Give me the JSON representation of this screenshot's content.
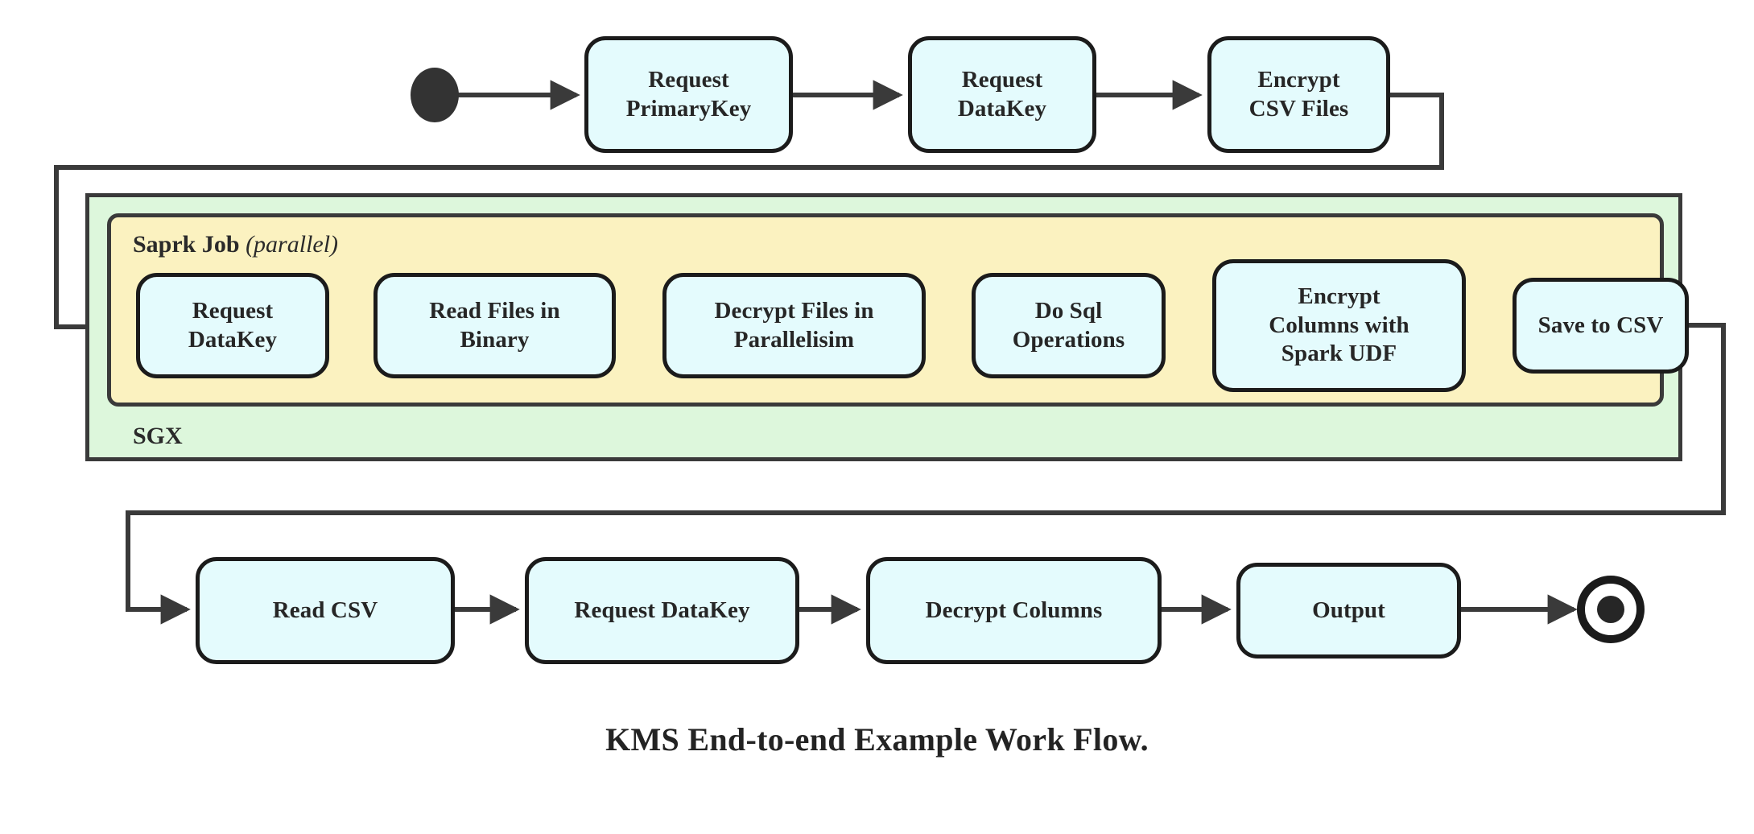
{
  "diagram": {
    "caption": "KMS End-to-end Example Work Flow.",
    "colors": {
      "node_fill": "#e4fbfd",
      "node_stroke": "#1b1b1b",
      "sgx_fill": "#ddf7dc",
      "spark_fill": "#fbf2c0",
      "container_stroke": "#3a3a3a",
      "connector": "#3a3a3a",
      "text": "#262626",
      "page_background": "#ffffff"
    },
    "containers": {
      "sgx": {
        "label": "SGX"
      },
      "spark": {
        "label_bold": "Saprk Job",
        "label_italic_paren": "(parallel)",
        "label_full": "Saprk Job (parallel)"
      }
    },
    "markers": {
      "start": "filled-circle-start-node",
      "end": "bullseye-end-node"
    },
    "rows": {
      "top": [
        {
          "id": "request-primarykey",
          "line1": "Request",
          "line2": "PrimaryKey"
        },
        {
          "id": "request-datakey-top",
          "line1": "Request",
          "line2": "DataKey"
        },
        {
          "id": "encrypt-csv-files",
          "line1": "Encrypt",
          "line2": "CSV Files"
        }
      ],
      "spark": [
        {
          "id": "request-datakey-spark",
          "line1": "Request",
          "line2": "DataKey"
        },
        {
          "id": "read-files-in-binary",
          "line1": "Read Files in",
          "line2": "Binary"
        },
        {
          "id": "decrypt-files-in-parallelisim",
          "line1": "Decrypt Files in",
          "line2": "Parallelisim"
        },
        {
          "id": "do-sql-operations",
          "line1": "Do Sql",
          "line2": "Operations"
        },
        {
          "id": "encrypt-columns-with-spark-udf",
          "line1": "Encrypt",
          "line2": "Columns with",
          "line3": "Spark UDF"
        },
        {
          "id": "save-to-csv",
          "line1": "Save to CSV",
          "line2": ""
        }
      ],
      "bottom": [
        {
          "id": "read-csv",
          "line1": "Read CSV",
          "line2": ""
        },
        {
          "id": "request-datakey-bottom",
          "line1": "Request DataKey",
          "line2": ""
        },
        {
          "id": "decrypt-columns",
          "line1": "Decrypt Columns",
          "line2": ""
        },
        {
          "id": "output",
          "line1": "Output",
          "line2": ""
        }
      ]
    },
    "flow_sequence": [
      "start",
      "Request PrimaryKey",
      "Request DataKey",
      "Encrypt CSV Files",
      "Request DataKey",
      "Read Files in Binary",
      "Decrypt Files in Parallelisim",
      "Do Sql Operations",
      "Encrypt Columns with Spark UDF",
      "Save to CSV",
      "Read CSV",
      "Request DataKey",
      "Decrypt Columns",
      "Output",
      "end"
    ]
  }
}
